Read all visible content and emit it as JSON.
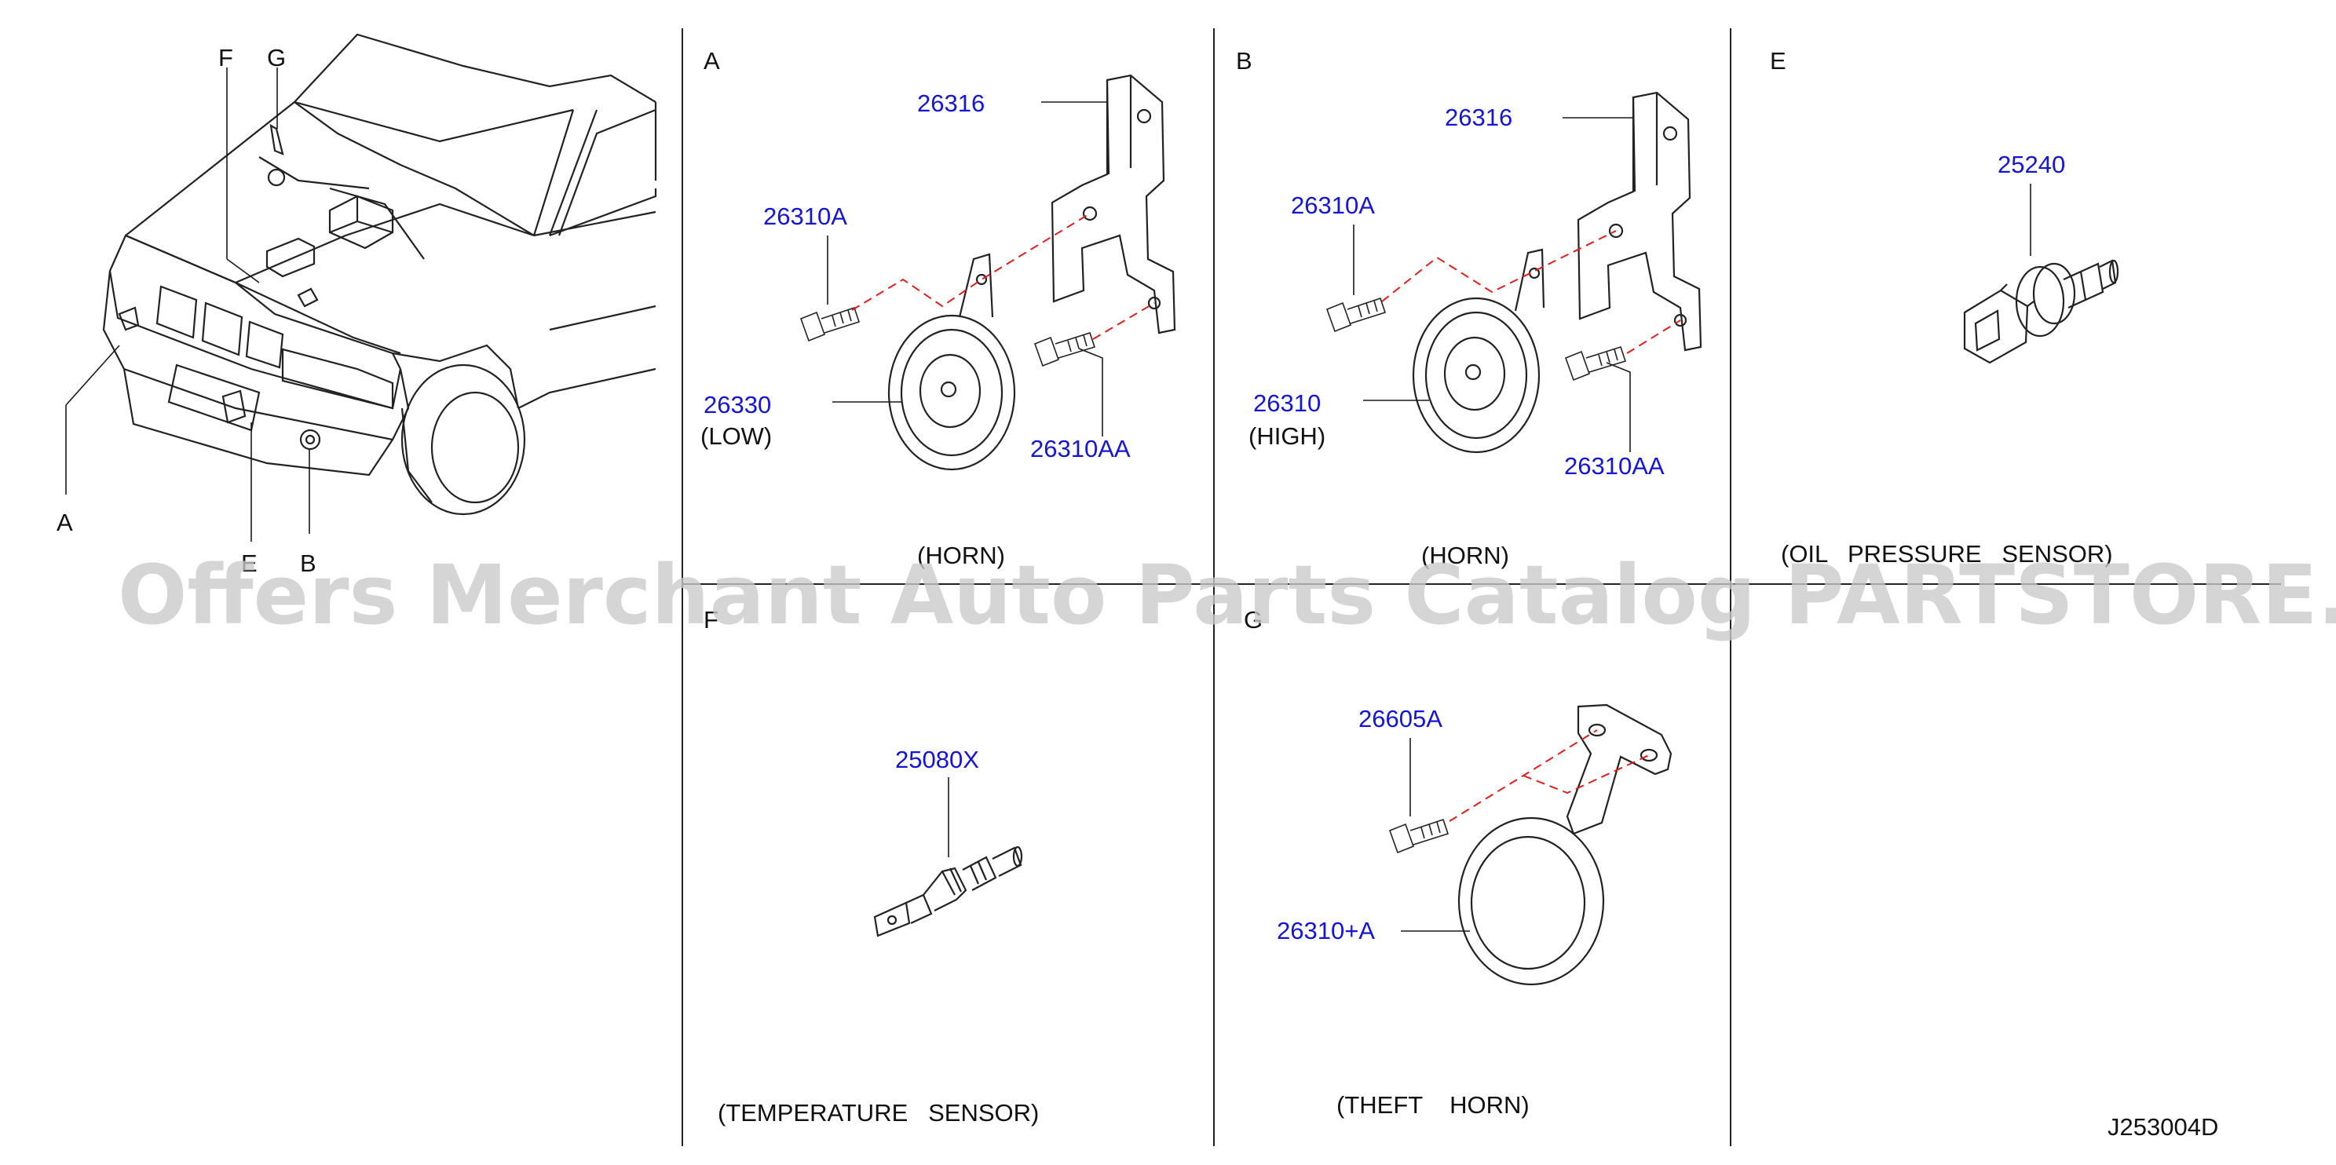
{
  "watermark": "Offers Merchant Auto Parts Catalog PARTSTORE.SA",
  "drawing_id": "J253004D",
  "overview": {
    "callouts": [
      "F",
      "G",
      "A",
      "E",
      "B"
    ]
  },
  "panels": {
    "A": {
      "letter": "A",
      "caption": "(HORN)",
      "parts": {
        "bracket": "26316",
        "bolt": "26310A",
        "horn": "26330",
        "horn_sub": "(LOW)",
        "bolt2": "26310AA"
      }
    },
    "B": {
      "letter": "B",
      "caption": "(HORN)",
      "parts": {
        "bracket": "26316",
        "bolt": "26310A",
        "horn": "26310",
        "horn_sub": "(HIGH)",
        "bolt2": "26310AA"
      }
    },
    "E": {
      "letter": "E",
      "caption": "(OIL   PRESSURE   SENSOR)",
      "parts": {
        "sensor": "25240"
      }
    },
    "F": {
      "letter": "F",
      "caption": "(TEMPERATURE   SENSOR)",
      "parts": {
        "sensor": "25080X"
      }
    },
    "G": {
      "letter": "G",
      "caption": "(THEFT    HORN)",
      "parts": {
        "bolt": "26605A",
        "horn": "26310+A"
      }
    }
  },
  "colors": {
    "part_number": "#1515d6",
    "leader": "#1a1a1a",
    "phantom_line": "#e01e1e",
    "watermark": "#c9c9c9"
  }
}
